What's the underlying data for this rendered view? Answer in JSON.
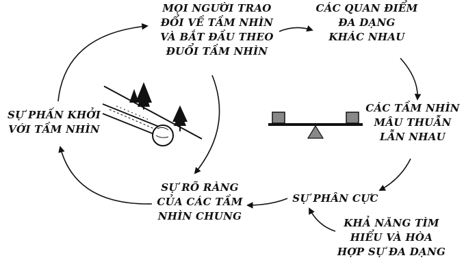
{
  "nodes": {
    "top": [
      "MỌI NGƯỜI TRAO",
      "ĐỔI VỀ TẦM NHÌN",
      "VÀ BẮT ĐẦU THEO",
      "ĐUỔI TẦM NHÌN"
    ],
    "diverse": [
      "CÁC QUAN ĐIỂM",
      "ĐA DẠNG",
      "KHÁC NHAU"
    ],
    "conflict": [
      "CÁC TẦM NHÌN",
      "MÂU THUẪN",
      "LẪN NHAU"
    ],
    "polarization": [
      "SỰ PHÂN CỰC"
    ],
    "ability": [
      "KHẢ NĂNG TÌM",
      "HIỂU VÀ HÒA",
      "HỢP SỰ ĐA DẠNG"
    ],
    "clarity": [
      "SỰ RÕ RÀNG",
      "CỦA CÁC TẦM",
      "NHÌN CHUNG"
    ],
    "excitement": [
      "SỰ PHẤN KHỞI",
      "VỚI TẦM NHÌN"
    ]
  },
  "icons": {
    "seesaw": "balance-seesaw-icon",
    "snowball": "snowball-slope-icon"
  }
}
